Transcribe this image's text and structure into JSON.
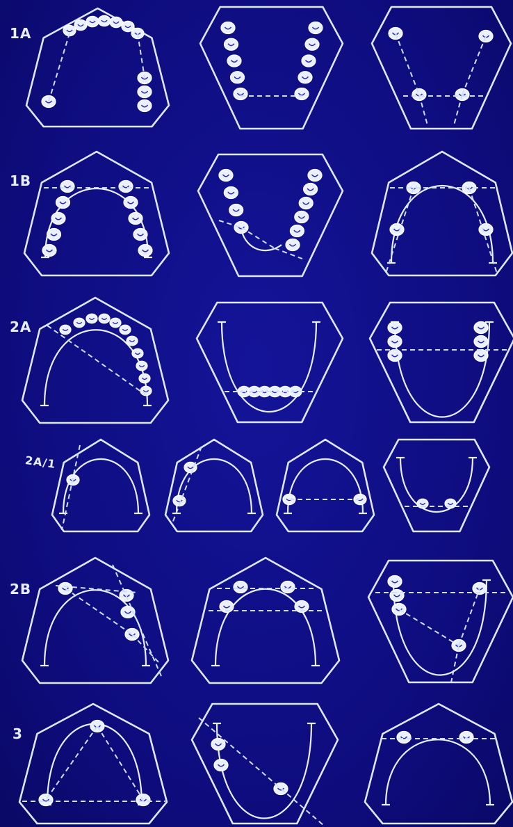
{
  "rows": [
    {
      "label": "1A",
      "panel_count": 3
    },
    {
      "label": "1B",
      "panel_count": 3
    },
    {
      "label": "2A",
      "panel_count": 3
    },
    {
      "label": "2A/1",
      "panel_count": 4
    },
    {
      "label": "2B",
      "panel_count": 3
    },
    {
      "label": "3",
      "panel_count": 3
    }
  ],
  "colors": {
    "background": "#0f0d80",
    "line": "#e6eeff",
    "tooth_fill": "#eaf0ff"
  }
}
